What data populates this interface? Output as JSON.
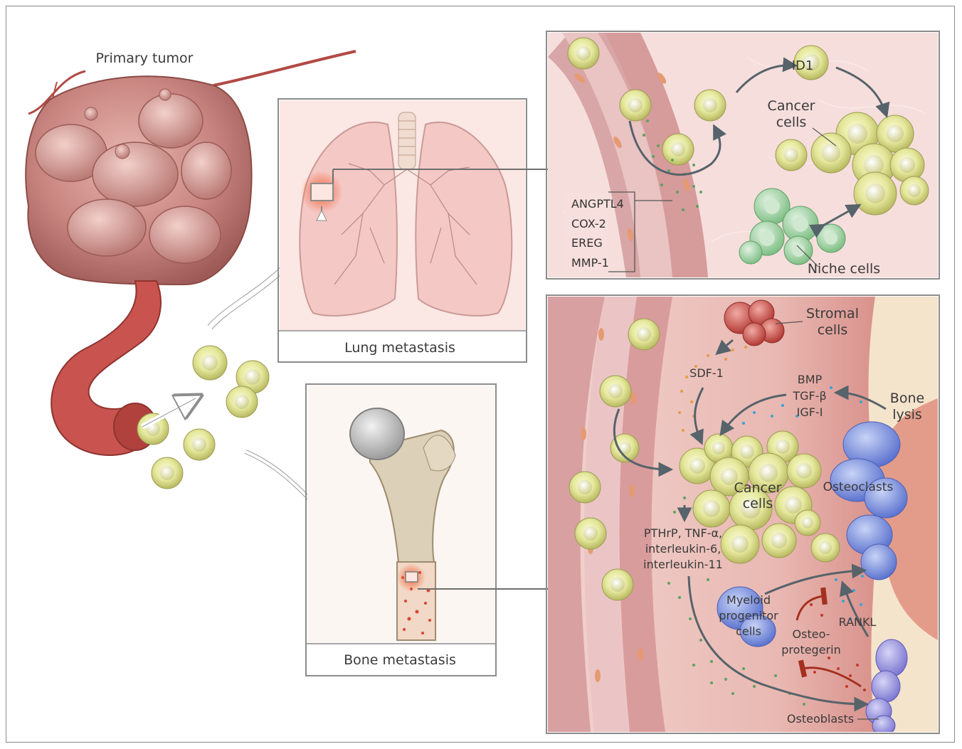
{
  "labels": {
    "primary_tumor": "Primary tumor",
    "lung_metastasis": "Lung metastasis",
    "bone_metastasis": "Bone metastasis",
    "id1": "ID1",
    "cancer_cells_lung_1": "Cancer",
    "cancer_cells_lung_2": "cells",
    "niche_cells": "Niche cells",
    "lung_genes": [
      "ANGPTL4",
      "COX-2",
      "EREG",
      "MMP-1"
    ],
    "stromal_cells_1": "Stromal",
    "stromal_cells_2": "cells",
    "sdf1": "SDF-1",
    "bmp": "BMP",
    "tgf": "TGF-β",
    "igf": "IGF-I",
    "bone_lysis_1": "Bone",
    "bone_lysis_2": "lysis",
    "cancer_cells_bone_1": "Cancer",
    "cancer_cells_bone_2": "cells",
    "osteoclasts": "Osteoclasts",
    "pthrp_1": "PTHrP, TNF-α,",
    "pthrp_2": "interleukin-6,",
    "pthrp_3": "interleukin-11",
    "myeloid_1": "Myeloid",
    "myeloid_2": "progenitor",
    "myeloid_3": "cells",
    "rankl": "RANKL",
    "osteo_1": "Osteo-",
    "osteo_2": "protegerin",
    "osteoblasts": "Osteoblasts"
  },
  "colors": {
    "cancer_cell": "#e4e79a",
    "tissue_pink": "#f6d9d6",
    "vessel": "#d99a9a",
    "niche_cell": "#a6d4a8",
    "stromal_cell": "#c24a45",
    "osteoclast": "#6f86d6",
    "osteoblast": "#8d8ad8",
    "arrow": "#56636a",
    "inhibition": "#a4301f"
  }
}
